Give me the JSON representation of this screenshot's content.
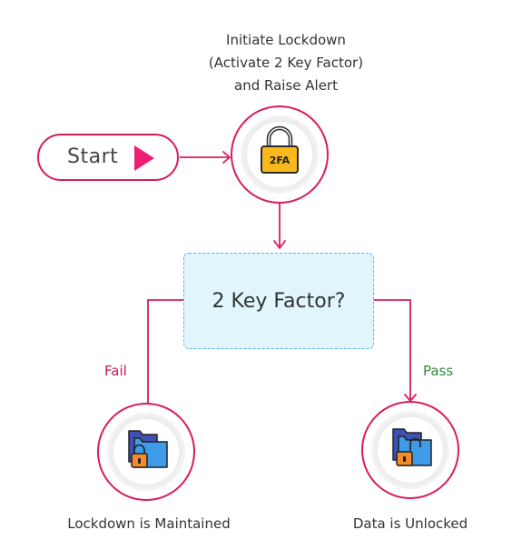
{
  "top_label": "Initiate Lockdown\n(Activate 2 Key Factor)\nand Raise Alert",
  "start_label": "Start",
  "lock_badge_text": "2FA",
  "decision_label": "2 Key Factor?",
  "fail_label": "Fail",
  "pass_label": "Pass",
  "fail_outcome_label": "Lockdown is Maintained",
  "pass_outcome_label": "Data is Unlocked",
  "colors": {
    "accent_pink": "#d81b60",
    "start_arrow": "#ec1f74",
    "decision_fill": "#e1f5fd",
    "decision_border": "#59b6e0",
    "fail_text": "#c2185b",
    "pass_text": "#2e8b3a",
    "lock_body": "#f9b81b",
    "folder_blue": "#3d9be9",
    "folder_navy": "#3f51b5",
    "padlock_orange": "#f58a2a"
  },
  "icons": {
    "start": "play-triangle-icon",
    "top": "2fa-padlock-icon",
    "fail": "locked-folder-icon",
    "pass": "unlocked-folder-icon"
  }
}
